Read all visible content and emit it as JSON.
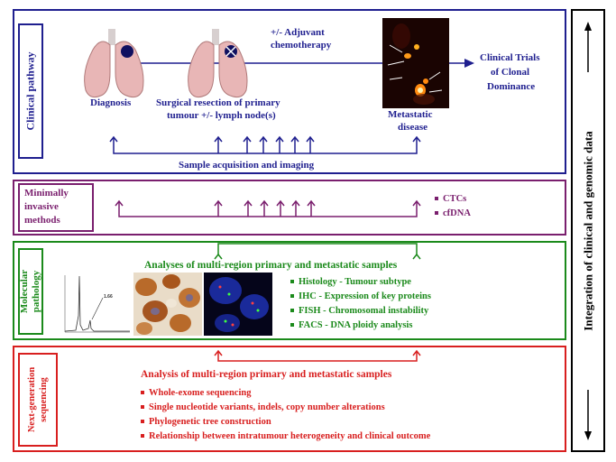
{
  "clinical": {
    "label": "Clinical pathway",
    "diagnosis": "Diagnosis",
    "surgery_line1": "Surgical resection of primary",
    "surgery_line2": "tumour +/- lymph node(s)",
    "adjuvant_line1": "+/- Adjuvant",
    "adjuvant_line2": "chemotherapy",
    "metastatic_line1": "Metastatic",
    "metastatic_line2": "disease",
    "trials_line1": "Clinical Trials",
    "trials_line2": "of Clonal",
    "trials_line3": "Dominance",
    "sample": "Sample acquisition and imaging"
  },
  "minimal": {
    "label_line1": "Minimally",
    "label_line2": "invasive",
    "label_line3": "methods",
    "items": [
      "CTCs",
      "cfDNA"
    ]
  },
  "molecular": {
    "label_line1": "Molecular",
    "label_line2": "pathology",
    "heading": "Analyses of multi-region primary and metastatic samples",
    "flow_peak_label": "1.66",
    "items": [
      "Histology - Tumour subtype",
      "IHC - Expression of key proteins",
      "FISH - Chromosomal instability",
      "FACS - DNA ploidy analysis"
    ]
  },
  "ngs": {
    "label_line1": "Next-generation",
    "label_line2": "sequencing",
    "heading": "Analysis of multi-region primary and metastatic samples",
    "items": [
      "Whole-exome sequencing",
      "Single nucleotide variants, indels, copy number alterations",
      "Phylogenetic tree construction",
      "Relationship between intratumour heterogeneity and clinical outcome"
    ]
  },
  "side": {
    "label": "Integration of clinical and genomic data"
  },
  "colors": {
    "clinical": "#1f1f8f",
    "minimal": "#7a1f6e",
    "molecular": "#1b8a1b",
    "ngs": "#d81f1f",
    "lung": "#e8b6b6",
    "tumour": "#101060"
  },
  "icons": [
    "lung-diagnosis-icon",
    "lung-resected-icon",
    "pet-scan-image",
    "flow-cytometry-plot",
    "ihc-image",
    "fish-image"
  ]
}
